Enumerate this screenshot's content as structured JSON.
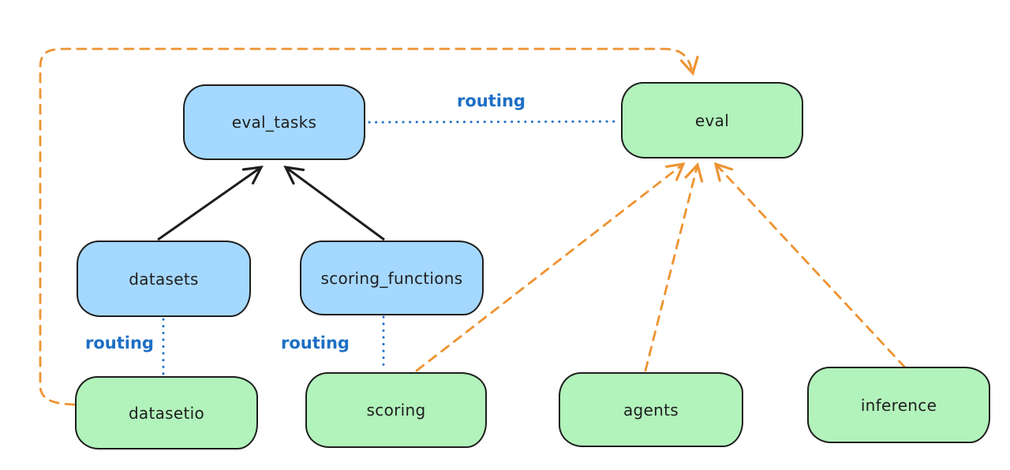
{
  "diagram": {
    "nodes": [
      {
        "id": "eval_tasks",
        "label": "eval_tasks",
        "color": "blue"
      },
      {
        "id": "eval",
        "label": "eval",
        "color": "green"
      },
      {
        "id": "datasets",
        "label": "datasets",
        "color": "blue"
      },
      {
        "id": "scoring_functions",
        "label": "scoring_functions",
        "color": "blue"
      },
      {
        "id": "datasetio",
        "label": "datasetio",
        "color": "green"
      },
      {
        "id": "scoring",
        "label": "scoring",
        "color": "green"
      },
      {
        "id": "agents",
        "label": "agents",
        "color": "green"
      },
      {
        "id": "inference",
        "label": "inference",
        "color": "green"
      }
    ],
    "edges": [
      {
        "from": "datasets",
        "to": "eval_tasks",
        "style": "solid-black-arrow",
        "label": ""
      },
      {
        "from": "scoring_functions",
        "to": "eval_tasks",
        "style": "solid-black-arrow",
        "label": ""
      },
      {
        "from": "eval_tasks",
        "to": "eval",
        "style": "dotted-blue",
        "label": "routing"
      },
      {
        "from": "datasets",
        "to": "datasetio",
        "style": "dotted-blue",
        "label": "routing"
      },
      {
        "from": "scoring_functions",
        "to": "scoring",
        "style": "dotted-blue",
        "label": "routing"
      },
      {
        "from": "datasetio",
        "to": "eval",
        "style": "dashed-orange-arrow",
        "label": ""
      },
      {
        "from": "scoring",
        "to": "eval",
        "style": "dashed-orange-arrow",
        "label": ""
      },
      {
        "from": "agents",
        "to": "eval",
        "style": "dashed-orange-arrow",
        "label": ""
      },
      {
        "from": "inference",
        "to": "eval",
        "style": "dashed-orange-arrow",
        "label": ""
      }
    ],
    "colors": {
      "blue_fill": "#a5d8ff",
      "green_fill": "#b2f2bb",
      "ink": "#1e1e1e",
      "orange": "#ee9331",
      "blue_line": "#1d6fc4",
      "background": "#ffffff"
    }
  }
}
